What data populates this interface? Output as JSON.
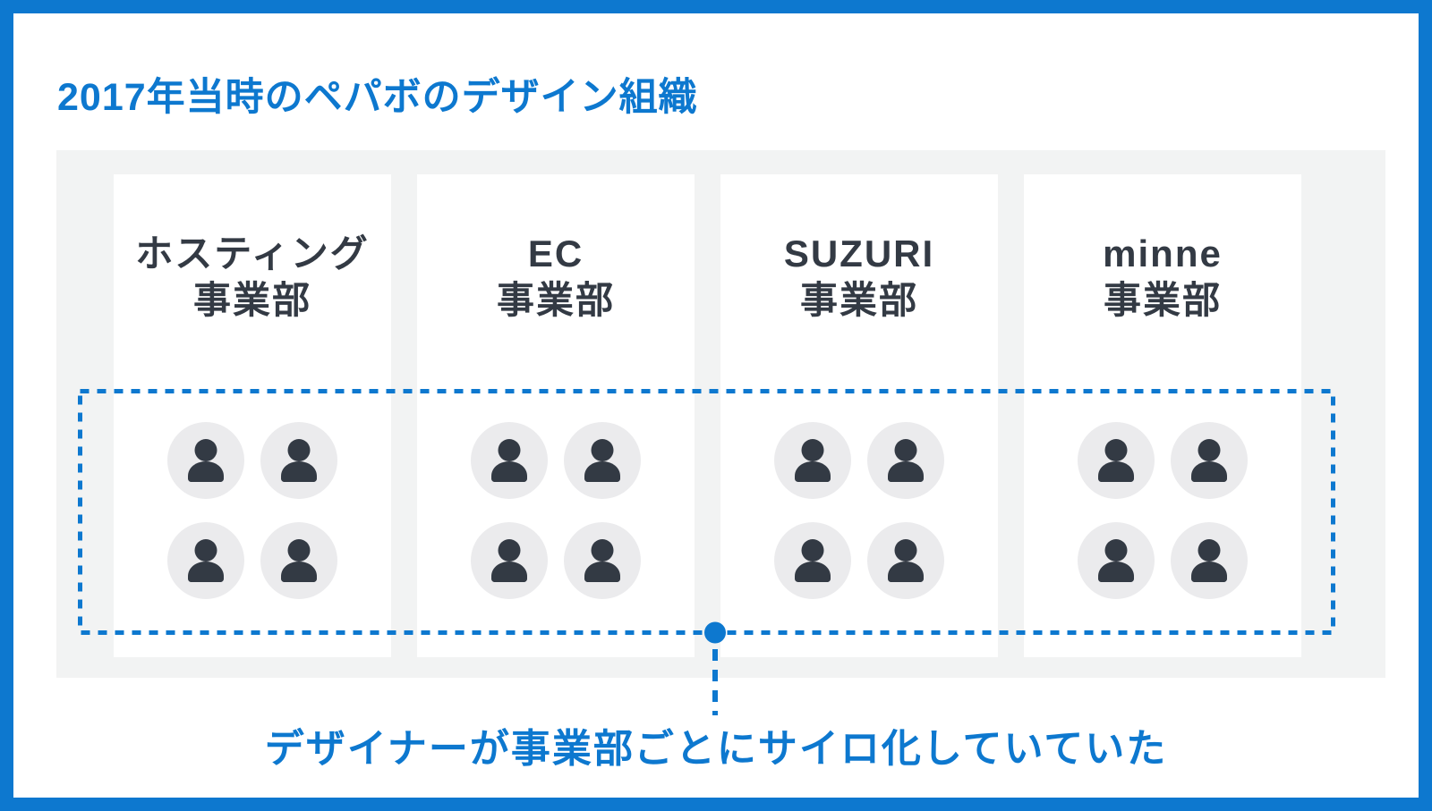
{
  "title": "2017年当時のペパボのデザイン組織",
  "caption": "デザイナーが事業部ごとにサイロ化していていた",
  "departments": [
    {
      "lines": [
        "ホスティング",
        "事業部"
      ],
      "member_icons": 4
    },
    {
      "lines": [
        "EC",
        "事業部"
      ],
      "member_icons": 4
    },
    {
      "lines": [
        "SUZURI",
        "事業部"
      ],
      "member_icons": 4
    },
    {
      "lines": [
        "minne",
        "事業部"
      ],
      "member_icons": 4
    }
  ],
  "icons": {
    "member": "person-icon",
    "annotation": "dashed-silo-border"
  },
  "colors": {
    "accent_blue": "#0D78CF",
    "dark_text": "#333A44",
    "panel_background": "#F2F3F3",
    "avatar_background": "#EBEBED",
    "slide_background": "#FFFFFF"
  }
}
